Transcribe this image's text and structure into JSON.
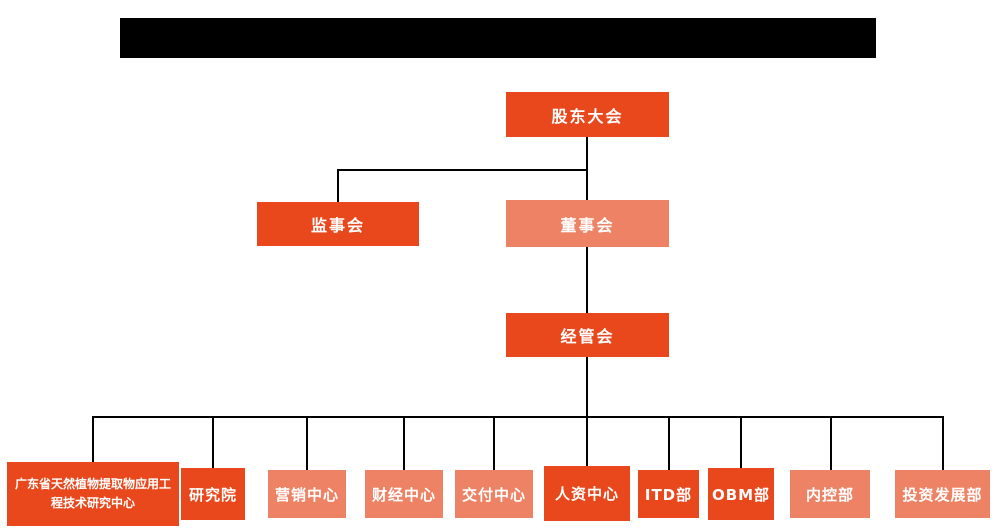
{
  "colors": {
    "primary": "#E8481C",
    "secondary": "#EE8265",
    "connector": "#000000",
    "node_text": "#FFFFFF",
    "title_block": "#000000",
    "background": "#FFFFFF"
  },
  "org": {
    "root": {
      "label": "股东大会"
    },
    "supervisory_board": {
      "label": "监事会"
    },
    "board_of_directors": {
      "label": "董事会"
    },
    "management_committee": {
      "label": "经管会"
    },
    "departments": [
      {
        "label": "广东省天然植物提取物应用工程技术研究中心"
      },
      {
        "label": "研究院"
      },
      {
        "label": "营销中心"
      },
      {
        "label": "财经中心"
      },
      {
        "label": "交付中心"
      },
      {
        "label": "人资中心"
      },
      {
        "label": "ITD部"
      },
      {
        "label": "OBM部"
      },
      {
        "label": "内控部"
      },
      {
        "label": "投资发展部"
      }
    ]
  }
}
